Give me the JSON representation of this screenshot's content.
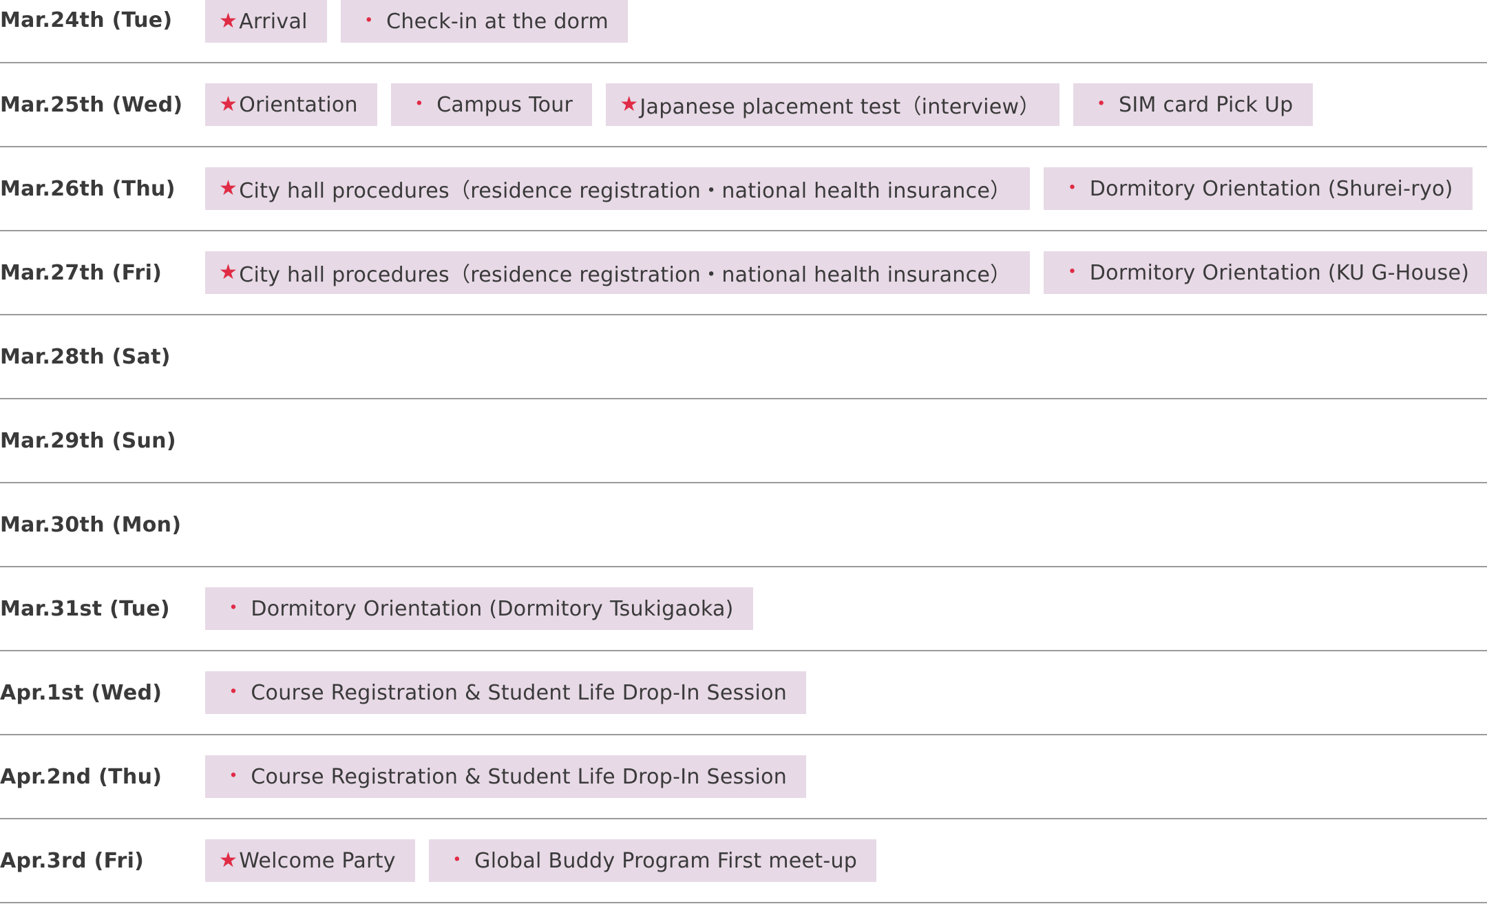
{
  "marks": {
    "star": "★",
    "dot": "・",
    "accent_color": "#e02b45",
    "chip_bg": "#e7d9e6"
  },
  "rows": [
    {
      "date": "Mar.24th (Tue)",
      "events": [
        {
          "type": "star",
          "text": "Arrival"
        },
        {
          "type": "dot",
          "text": "Check-in at the dorm"
        }
      ]
    },
    {
      "date": "Mar.25th (Wed)",
      "events": [
        {
          "type": "star",
          "text": "Orientation"
        },
        {
          "type": "dot",
          "text": "Campus Tour"
        },
        {
          "type": "star",
          "text": "Japanese placement test（interview）"
        },
        {
          "type": "dot",
          "text": "SIM card Pick Up"
        }
      ]
    },
    {
      "date": "Mar.26th (Thu)",
      "events": [
        {
          "type": "star",
          "text": "City hall procedures（residence registration・national health insurance）"
        },
        {
          "type": "dot",
          "text": "Dormitory Orientation (Shurei-ryo)"
        }
      ]
    },
    {
      "date": "Mar.27th (Fri)",
      "events": [
        {
          "type": "star",
          "text": "City hall procedures（residence registration・national health insurance）"
        },
        {
          "type": "dot",
          "text": "Dormitory Orientation (KU G-House)"
        }
      ]
    },
    {
      "date": "Mar.28th (Sat)",
      "events": []
    },
    {
      "date": "Mar.29th (Sun)",
      "events": []
    },
    {
      "date": "Mar.30th (Mon)",
      "events": []
    },
    {
      "date": "Mar.31st (Tue)",
      "events": [
        {
          "type": "dot",
          "text": "Dormitory Orientation (Dormitory Tsukigaoka)"
        }
      ]
    },
    {
      "date": "Apr.1st (Wed)",
      "events": [
        {
          "type": "dot",
          "text": "Course Registration & Student Life Drop-In Session"
        }
      ]
    },
    {
      "date": "Apr.2nd (Thu)",
      "events": [
        {
          "type": "dot",
          "text": "Course Registration & Student Life Drop-In Session"
        }
      ]
    },
    {
      "date": "Apr.3rd (Fri)",
      "events": [
        {
          "type": "star",
          "text": "Welcome Party"
        },
        {
          "type": "dot",
          "text": "Global Buddy Program First meet-up"
        }
      ]
    }
  ]
}
